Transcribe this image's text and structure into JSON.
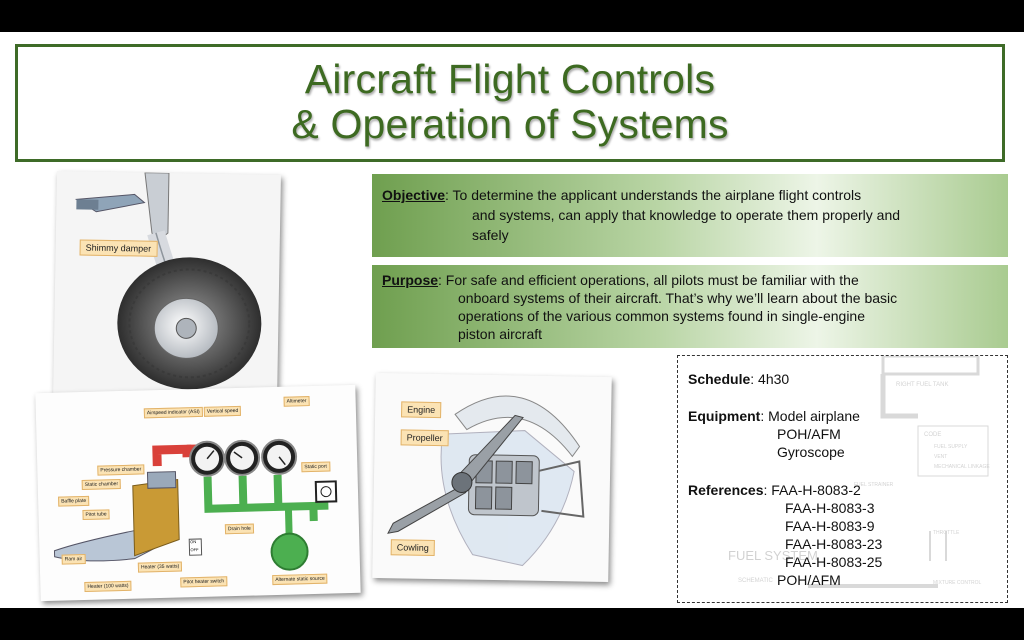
{
  "title": {
    "line1": "Aircraft Flight Controls",
    "line2": "& Operation of Systems"
  },
  "images": {
    "landing_gear": {
      "label": "Shimmy damper"
    },
    "pitot_static": {
      "labels": {
        "airspeed_indicator": "Airspeed indicator (ASI)",
        "vertical_speed": "Vertical speed",
        "altimeter": "Altimeter",
        "pressure_chamber": "Pressure chamber",
        "static_chamber": "Static chamber",
        "baffle_plate": "Baffle plate",
        "pitot_tube": "Pitot tube",
        "static_port": "Static port",
        "drain_hole": "Drain hole",
        "ram_air": "Ram air",
        "heater_35": "Heater (35 watts)",
        "heater_100": "Heater (100 watts)",
        "pitot_heater_switch": "Pitot heater switch",
        "alternate_static_source": "Alternate static source",
        "switch_on": "ON",
        "switch_off": "OFF"
      }
    },
    "engine": {
      "labels": {
        "engine": "Engine",
        "propeller": "Propeller",
        "cowling": "Cowling"
      }
    }
  },
  "objective": {
    "heading": "Objective",
    "line1": ": To determine the applicant understands the airplane flight controls",
    "line2": "and systems, can apply that knowledge to operate them properly and",
    "line3": "safely"
  },
  "purpose": {
    "heading": "Purpose",
    "line1": ": For safe and efficient operations, all pilots must be familiar with the",
    "line2": "onboard systems of their aircraft. That’s why we’ll learn about the basic",
    "line3": "operations of the various common systems found in single-engine",
    "line4": "piston aircraft"
  },
  "info": {
    "schedule_label": "Schedule",
    "schedule_value": ": 4h30",
    "equipment_label": "Equipment",
    "equipment_items": [
      ": Model airplane",
      "POH/AFM",
      "Gyroscope"
    ],
    "references_label": "References",
    "references_items": [
      ": FAA-H-8083-2",
      "FAA-H-8083-3",
      "FAA-H-8083-9",
      "FAA-H-8083-23",
      "FAA-H-8083-25",
      "POH/AFM"
    ],
    "watermark": {
      "right_fuel_tank": "RIGHT FUEL TANK",
      "code": "CODE",
      "fuel_supply": "FUEL SUPPLY",
      "vent": "VENT",
      "mechanical_linkage": "MECHANICAL LINKAGE",
      "fuel_strainer": "FUEL STRAINER",
      "throttle": "THROTTLE",
      "fuel_system": "FUEL SYSTEM",
      "schematic": "SCHEMATIC",
      "mixture_control": "MIXTURE CONTROL"
    }
  },
  "colors": {
    "title_green": "#3d6a21",
    "box_green_dark": "#6f9f4f",
    "box_green_light": "#edf5e7",
    "callout_fill": "#fbe3b4",
    "pitot_red": "#d9413a",
    "pitot_green": "#4caf50"
  }
}
